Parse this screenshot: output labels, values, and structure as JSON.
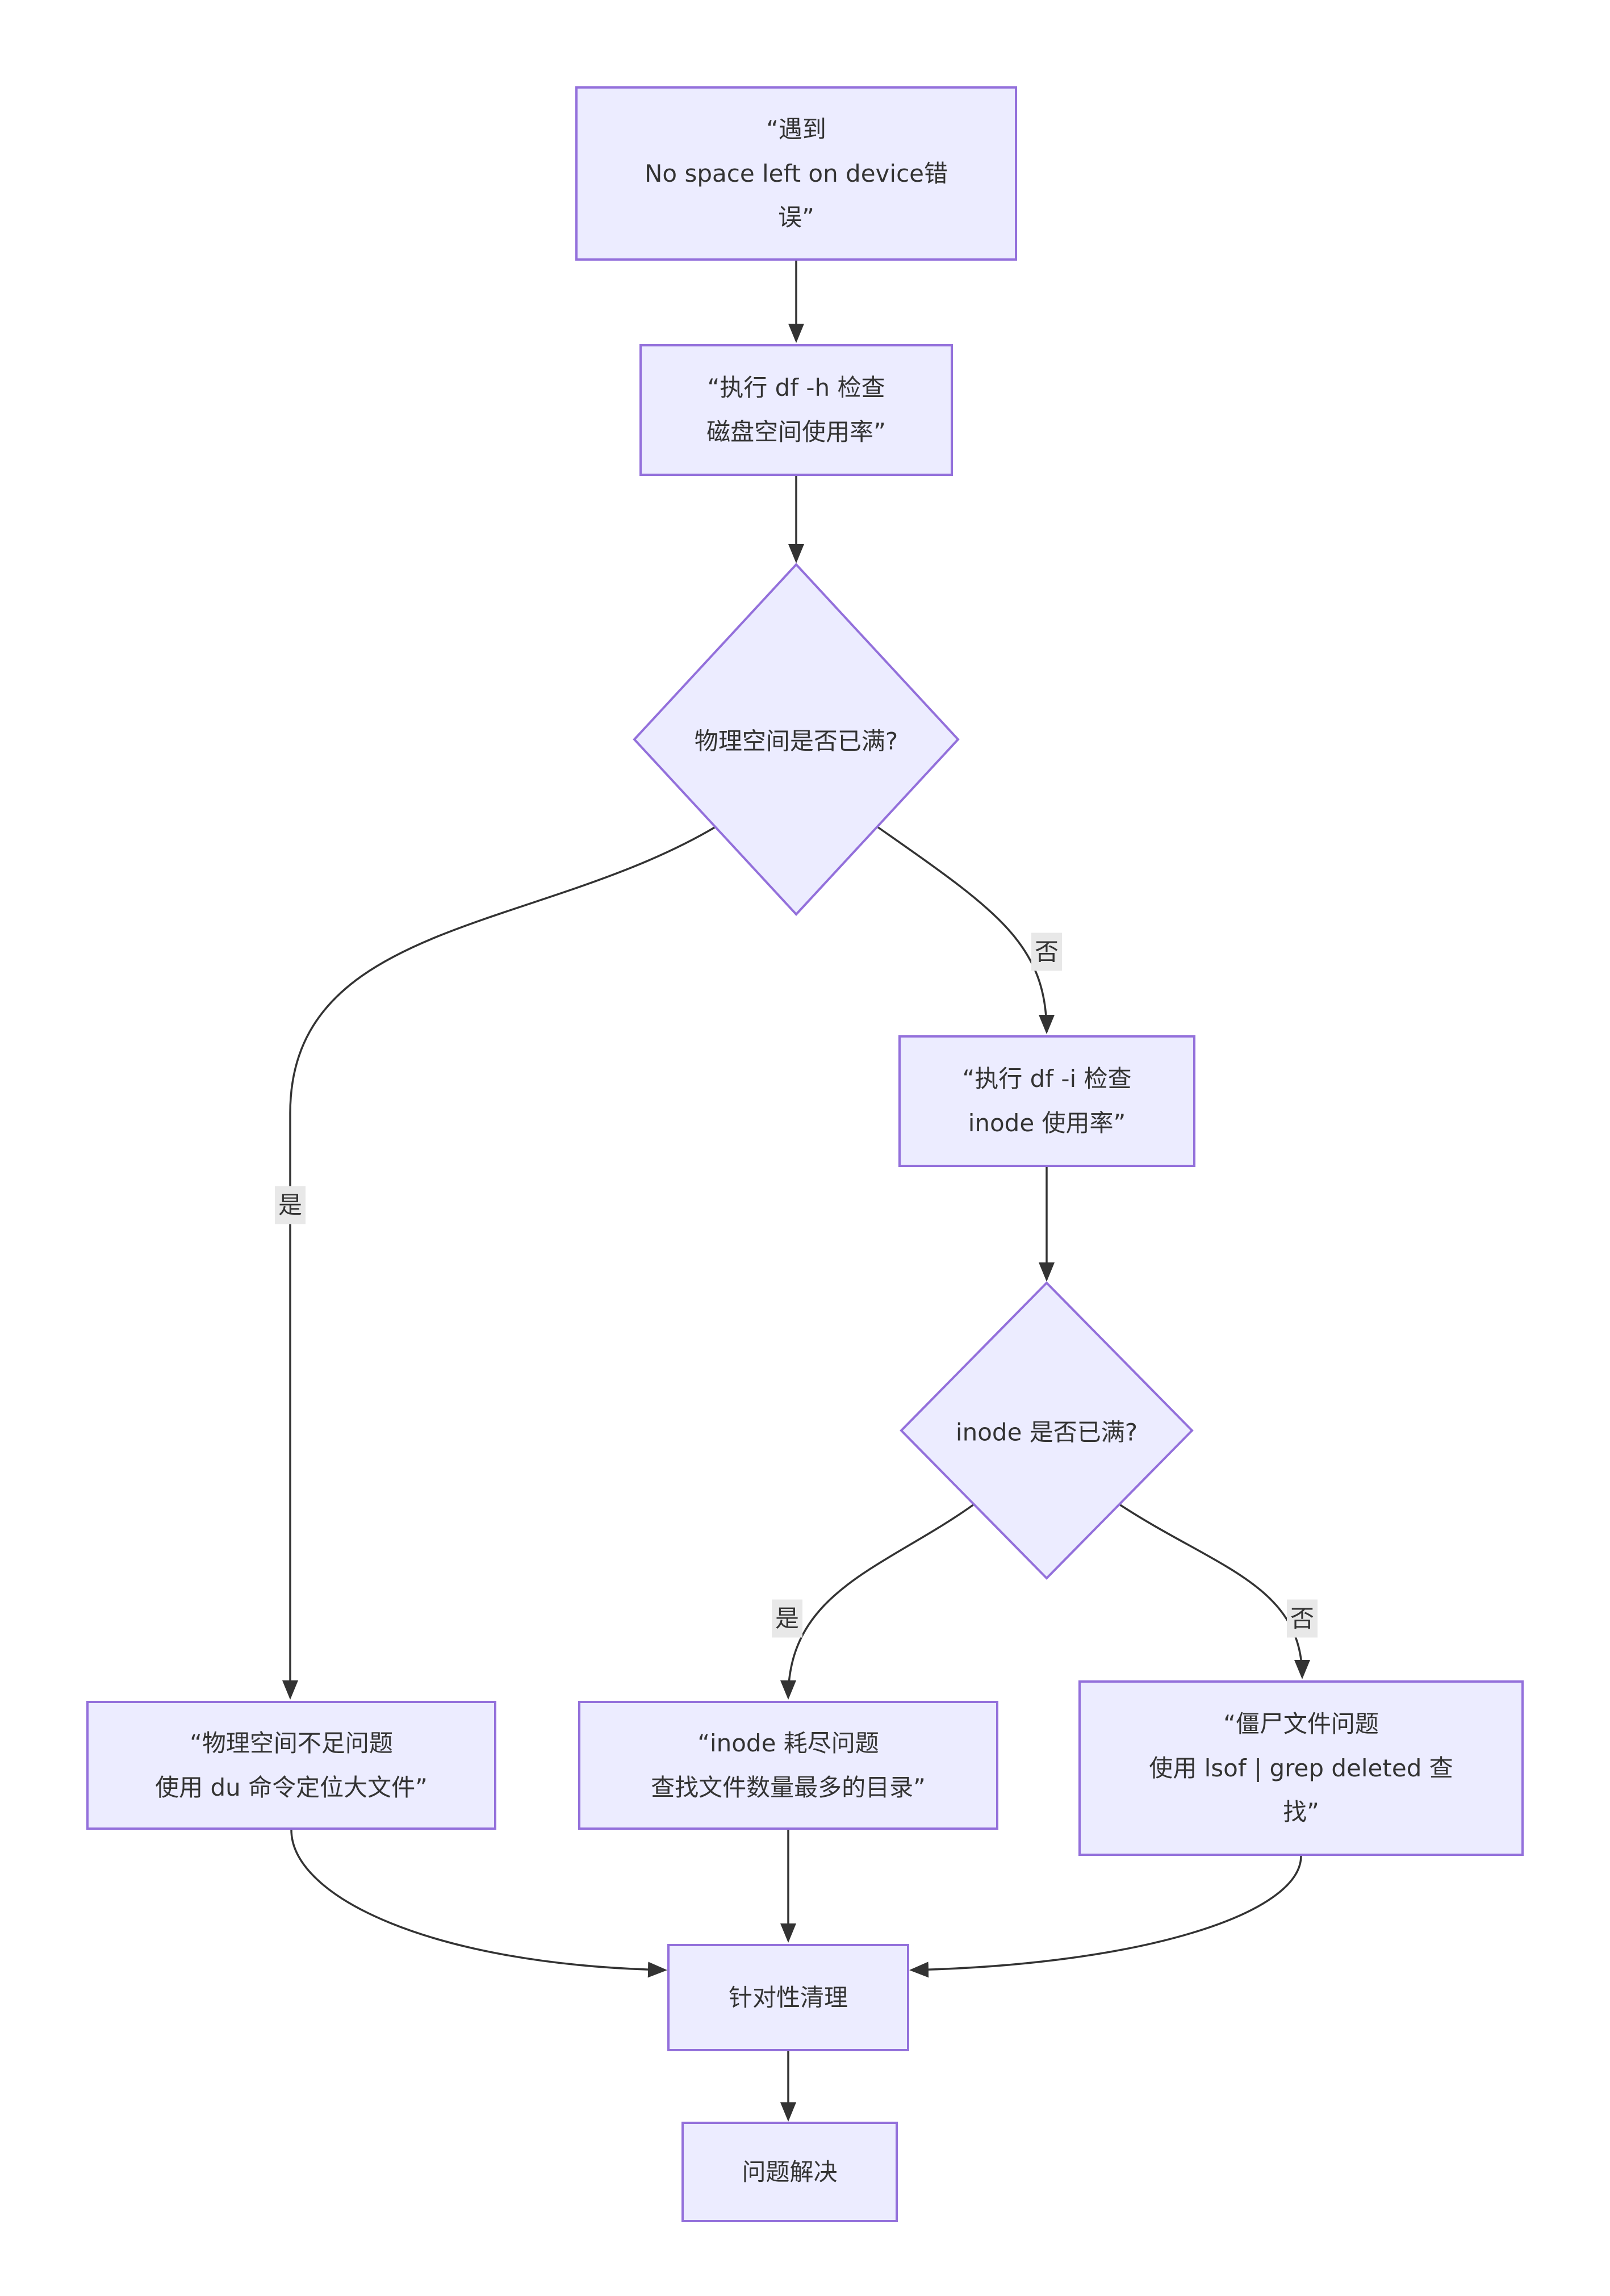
{
  "diagram": {
    "colors": {
      "background": "#ffffff",
      "node_fill": "#ECECFF",
      "node_border": "#9370DB",
      "edge_color": "#333333",
      "text_color": "#333333",
      "edge_label_bg": "#e8e8e8"
    },
    "nodes": {
      "start": {
        "text": "“遇到\nNo space left on device错\n误”"
      },
      "check_df_h": {
        "text": "“执行 df -h 检查\n磁盘空间使用率”"
      },
      "decision_physical": {
        "text": "物理空间是否已满?"
      },
      "check_df_i": {
        "text": "“执行 df -i 检查\ninode 使用率”"
      },
      "decision_inode": {
        "text": "inode 是否已满?"
      },
      "physical_full": {
        "text": "“物理空间不足问题\n使用 du 命令定位大文件”"
      },
      "inode_exhausted": {
        "text": "“inode 耗尽问题\n查找文件数量最多的目录”"
      },
      "zombie_files": {
        "text": "“僵尸文件问题\n使用 lsof | grep deleted 查\n找”"
      },
      "targeted_cleanup": {
        "text": "针对性清理"
      },
      "problem_solved": {
        "text": "问题解决"
      }
    },
    "edge_labels": {
      "physical_yes": "是",
      "physical_no": "否",
      "inode_yes": "是",
      "inode_no": "否"
    }
  }
}
